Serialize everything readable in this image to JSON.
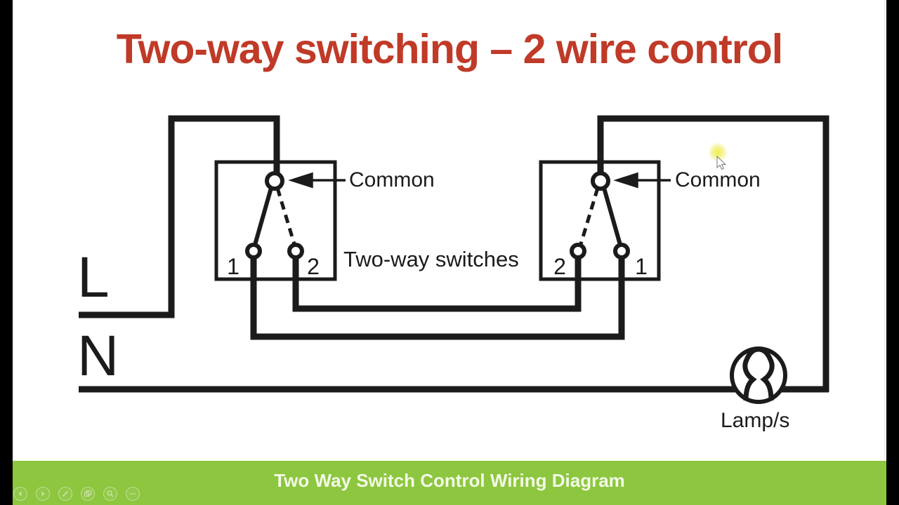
{
  "slide": {
    "title": "Two-way switching – 2 wire control",
    "line_label": "L",
    "neutral_label": "N",
    "lamp_label": "Lamp/s",
    "switch_annotation": "Two-way switches",
    "left_switch": {
      "common_label": "Common",
      "terminal_left": "1",
      "terminal_right": "2"
    },
    "right_switch": {
      "common_label": "Common",
      "terminal_left": "2",
      "terminal_right": "1"
    }
  },
  "footer": {
    "caption": "Two Way Switch Control Wiring Diagram"
  },
  "presenter_toolbar": {
    "icons": [
      "previous-arrow",
      "next-arrow",
      "pen",
      "slide-navigator",
      "magnifier",
      "more-options"
    ]
  },
  "colors": {
    "title_red": "#c03a28",
    "diagram_ink": "#1b1b1b",
    "footer_green": "#8dc63f",
    "footer_text": "#f3fae7",
    "pointer_glow": "#efef3c"
  }
}
